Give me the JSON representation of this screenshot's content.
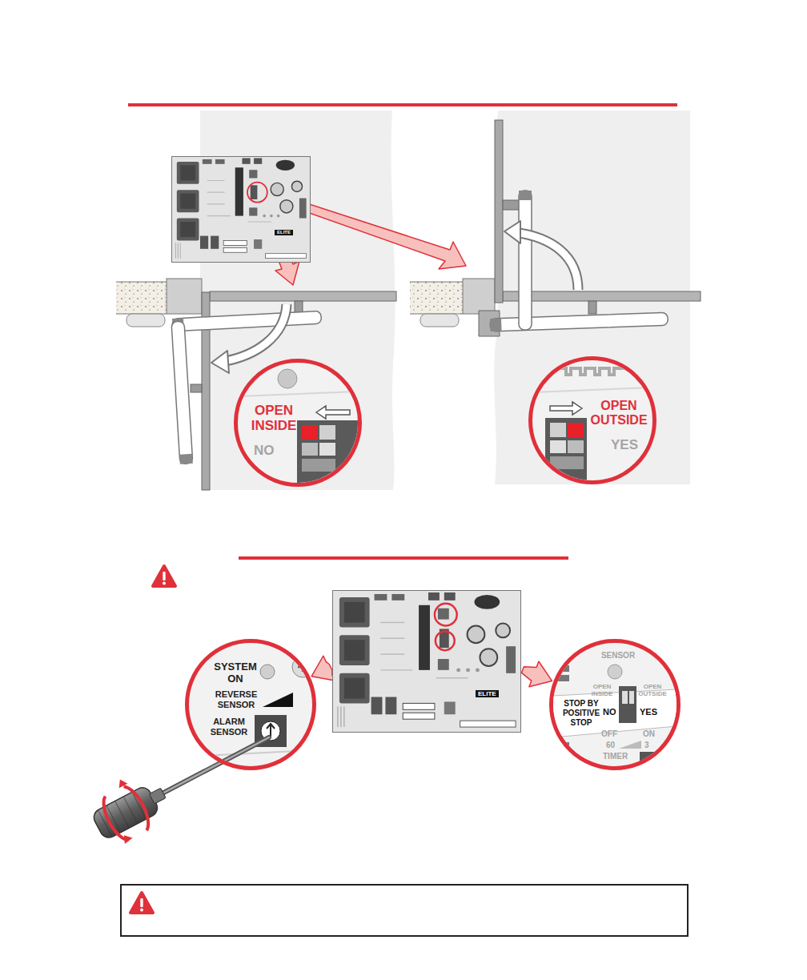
{
  "diagram": {
    "nodes": [
      {
        "text": [
          "ELITE"
        ]
      },
      {
        "text": [
          "OPEN INSIDE",
          "NO"
        ]
      },
      {
        "text": [
          "OPEN OUTSIDE",
          "YES"
        ]
      },
      {
        "text": [
          "SYSTEM ON",
          "REVERSE SENSOR",
          "ALARM SENSOR"
        ]
      },
      {
        "text": [
          "ELITE"
        ]
      },
      {
        "text": [
          "SENSOR",
          "OPEN INSIDE",
          "OPEN OUTSIDE",
          "STOP BY POSITIVE STOP",
          "NO",
          "YES",
          "OFF",
          "ON",
          "60",
          "3",
          "TIMER"
        ]
      }
    ],
    "edges": [
      {
        "from": 4,
        "to": 3,
        "arrow": "to"
      },
      {
        "from": 4,
        "to": 5,
        "arrow": "to"
      }
    ]
  }
}
